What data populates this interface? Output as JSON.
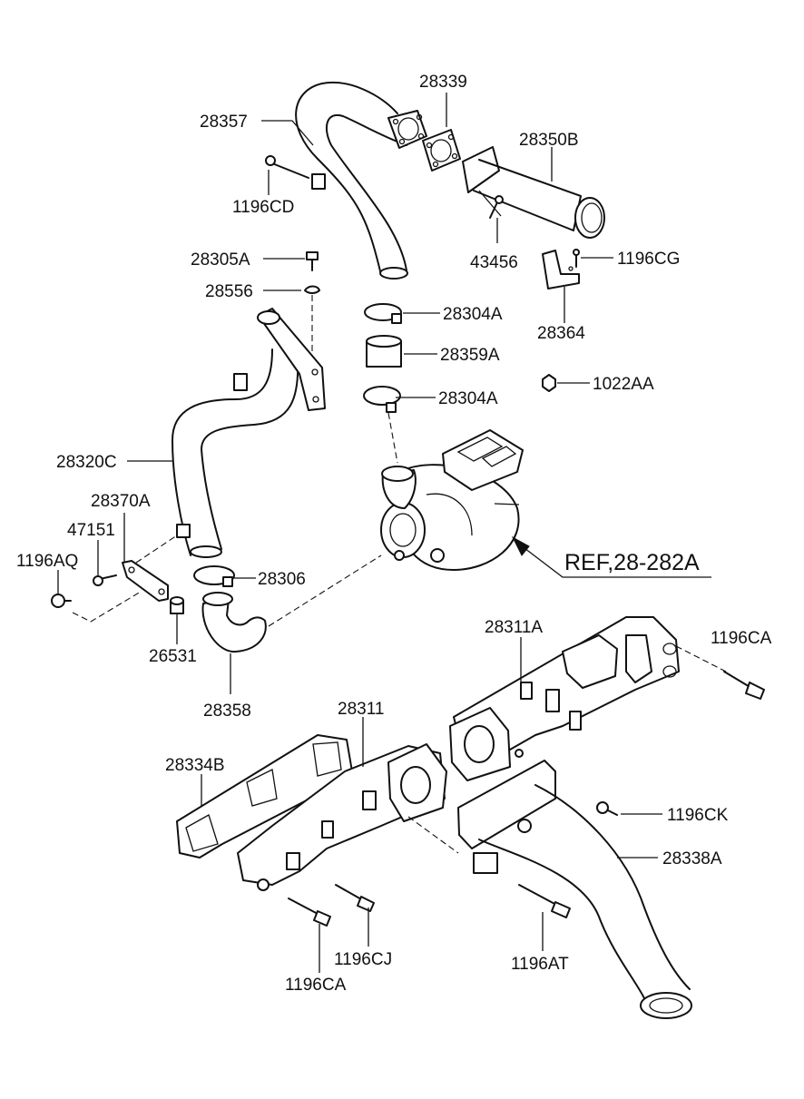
{
  "diagram": {
    "labels": {
      "p28357": "28357",
      "p28339": "28339",
      "p28350B": "28350B",
      "p1196CD": "1196CD",
      "p43456": "43456",
      "p1196CG": "1196CG",
      "p28305A": "28305A",
      "p28556": "28556",
      "p28304A_top": "28304A",
      "p28364": "28364",
      "p28359A": "28359A",
      "p28304A_bottom": "28304A",
      "p1022AA": "1022AA",
      "p28320C": "28320C",
      "p28370A": "28370A",
      "p47151": "47151",
      "p1196AQ": "1196AQ",
      "p28306": "28306",
      "p26531": "26531",
      "p28358": "28358",
      "p28311A": "28311A",
      "p1196CA_right": "1196CA",
      "p28311": "28311",
      "p28334B": "28334B",
      "p1196CK": "1196CK",
      "p28338A": "28338A",
      "p1196CJ": "1196CJ",
      "p1196AT": "1196AT",
      "p1196CA_bottom": "1196CA"
    },
    "reference": "REF,28-282A"
  }
}
